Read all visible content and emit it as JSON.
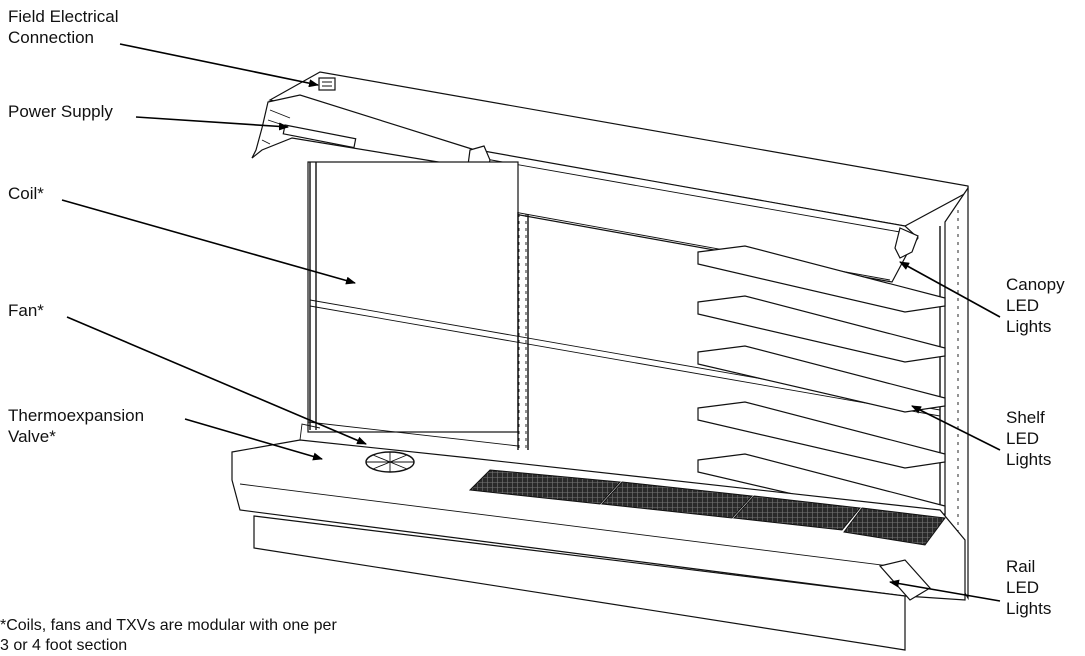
{
  "labels": {
    "field_electrical": "Field Electrical\nConnection",
    "power_supply": "Power Supply",
    "coil": "Coil*",
    "fan": "Fan*",
    "txv": "Thermoexpansion\nValve*",
    "canopy_led": "Canopy\nLED\nLights",
    "shelf_led": "Shelf\nLED\nLights",
    "rail_led": "Rail\nLED\nLights"
  },
  "footnote": "*Coils, fans and TXVs are modular with one per\n3 or 4 foot section"
}
